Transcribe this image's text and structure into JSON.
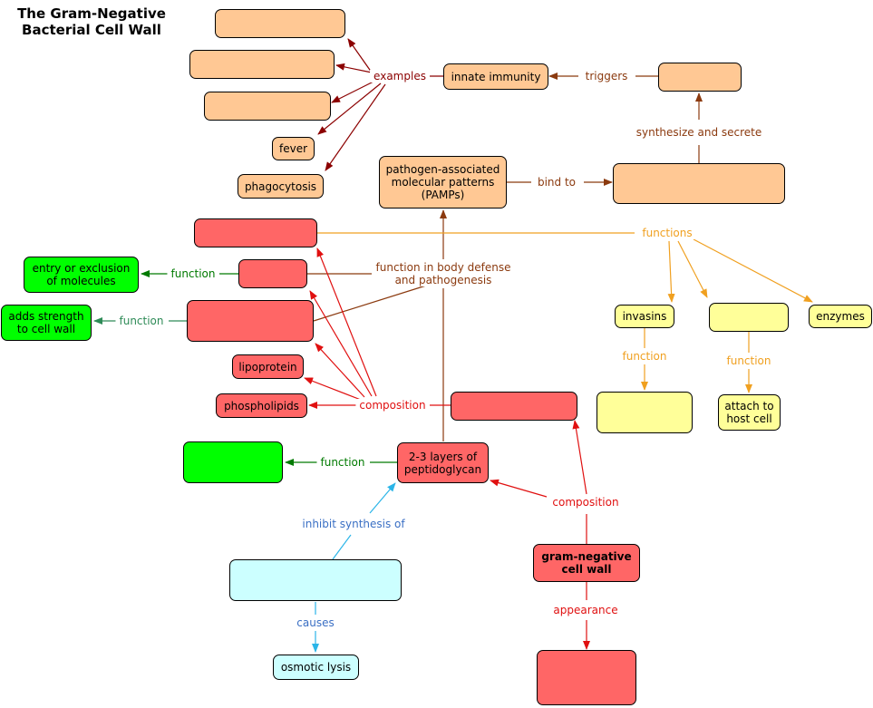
{
  "title": "The Gram-Negative\nBacterial Cell Wall",
  "colors": {
    "peach": "#FFC894",
    "red": "#FF6666",
    "green": "#00FF00",
    "yellow": "#FFFF99",
    "cyan": "#CCFFFF",
    "brown": "#8B3A0F",
    "maroon": "#8B0000",
    "orange": "#F0A020",
    "bright_red": "#E01010",
    "dark_green": "#007A00",
    "teal_green": "#2E8B57",
    "sky": "#2BB5E8",
    "blue_text": "#3A6FC4"
  },
  "nodes": {
    "ex1": "",
    "ex2": "",
    "ex3": "",
    "fever": "fever",
    "phagocytosis": "phagocytosis",
    "innate": "innate immunity",
    "secreted": "",
    "pamps": "pathogen-associated\nmolecular patterns\n(PAMPs)",
    "receptor": "",
    "outer": "",
    "membrane": "",
    "lps": "",
    "lipoprotein": "lipoprotein",
    "phospholipids": "phospholipids",
    "periplasm": "",
    "peptido": "2-3 layers of\npeptidoglycan",
    "entry": "entry or exclusion\nof molecules",
    "strength": "adds strength\nto cell wall",
    "green3": "",
    "drug": "",
    "osmotic": "osmotic lysis",
    "gramneg": "gram-negative\ncell wall",
    "appearance_box": "",
    "invasins": "invasins",
    "yellow2": "",
    "enzymes": "enzymes",
    "yellow_big": "",
    "attach": "attach to\nhost cell"
  },
  "labels": {
    "examples": "examples",
    "triggers": "triggers",
    "synth": "synthesize and secrete",
    "bind": "bind to",
    "functions": "functions",
    "body_defense": "function in body defense\nand pathogenesis",
    "function_entry": "function",
    "function_strength": "function",
    "function_peptido": "function",
    "composition_left": "composition",
    "composition_right": "composition",
    "function_invasins": "function",
    "function_yellow2": "function",
    "inhibit": "inhibit synthesis of",
    "causes": "causes",
    "appearance": "appearance"
  }
}
